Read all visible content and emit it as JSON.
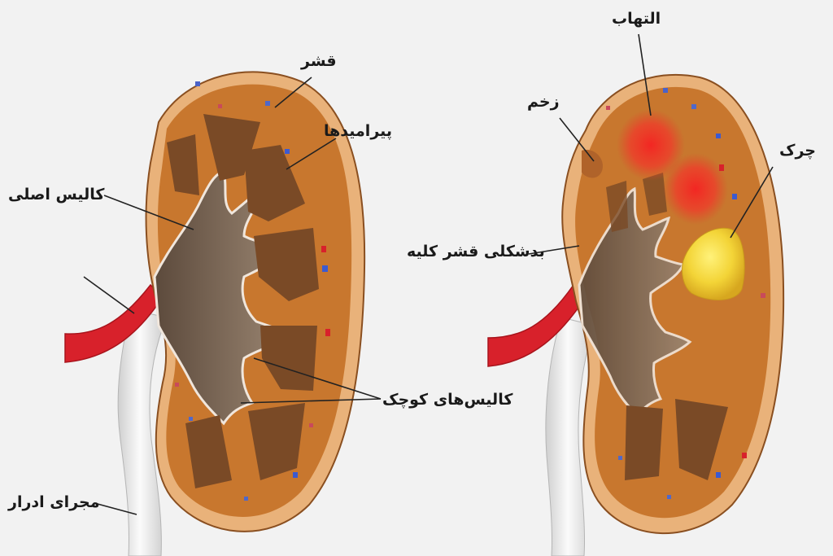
{
  "colors": {
    "background": "#f2f2f2",
    "cortex": "#c8772e",
    "cortex_rim": "#e9b27a",
    "pyramid": "#7a4a26",
    "calyx": "#8c7560",
    "artery": "#d8212b",
    "ureter": "#e8e8e8",
    "inflammation": "#f02a2a",
    "pus": "#f2d63a"
  },
  "labels": {
    "cortex": "قشر",
    "pyramids": "پیرامیدها",
    "major_calyx": "کالیس اصلی",
    "minor_calyces": "کالیس‌های کوچک",
    "ureter": "مجرای ادرار",
    "inflammation": "التهاب",
    "scar": "زخم",
    "pus": "چرک",
    "cortex_deformity": "بدشکلی قشر کلیه"
  }
}
